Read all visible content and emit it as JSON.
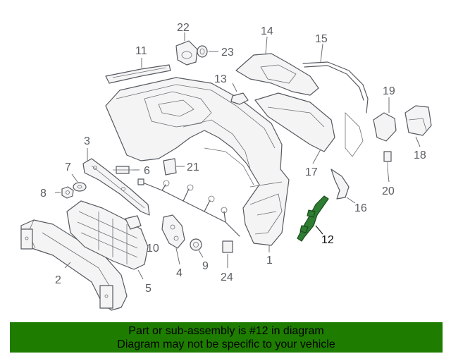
{
  "callouts": [
    {
      "id": "1",
      "label": "1"
    },
    {
      "id": "2",
      "label": "2"
    },
    {
      "id": "3",
      "label": "3"
    },
    {
      "id": "4",
      "label": "4"
    },
    {
      "id": "5",
      "label": "5"
    },
    {
      "id": "6",
      "label": "6"
    },
    {
      "id": "7",
      "label": "7"
    },
    {
      "id": "8",
      "label": "8"
    },
    {
      "id": "9",
      "label": "9"
    },
    {
      "id": "10",
      "label": "10"
    },
    {
      "id": "11",
      "label": "11"
    },
    {
      "id": "12",
      "label": "12"
    },
    {
      "id": "13",
      "label": "13"
    },
    {
      "id": "14",
      "label": "14"
    },
    {
      "id": "15",
      "label": "15"
    },
    {
      "id": "16",
      "label": "16"
    },
    {
      "id": "17",
      "label": "17"
    },
    {
      "id": "18",
      "label": "18"
    },
    {
      "id": "19",
      "label": "19"
    },
    {
      "id": "20",
      "label": "20"
    },
    {
      "id": "21",
      "label": "21"
    },
    {
      "id": "22",
      "label": "22"
    },
    {
      "id": "23",
      "label": "23"
    },
    {
      "id": "24",
      "label": "24"
    }
  ],
  "highlighted_part": "12",
  "colors": {
    "highlight_part": "#2e7d32",
    "banner_background": "#1e7d00",
    "line_art": "#555a60"
  },
  "banner": {
    "line1": "Part or sub-assembly is #12 in diagram",
    "line2": "Diagram may not be specific to your vehicle"
  }
}
